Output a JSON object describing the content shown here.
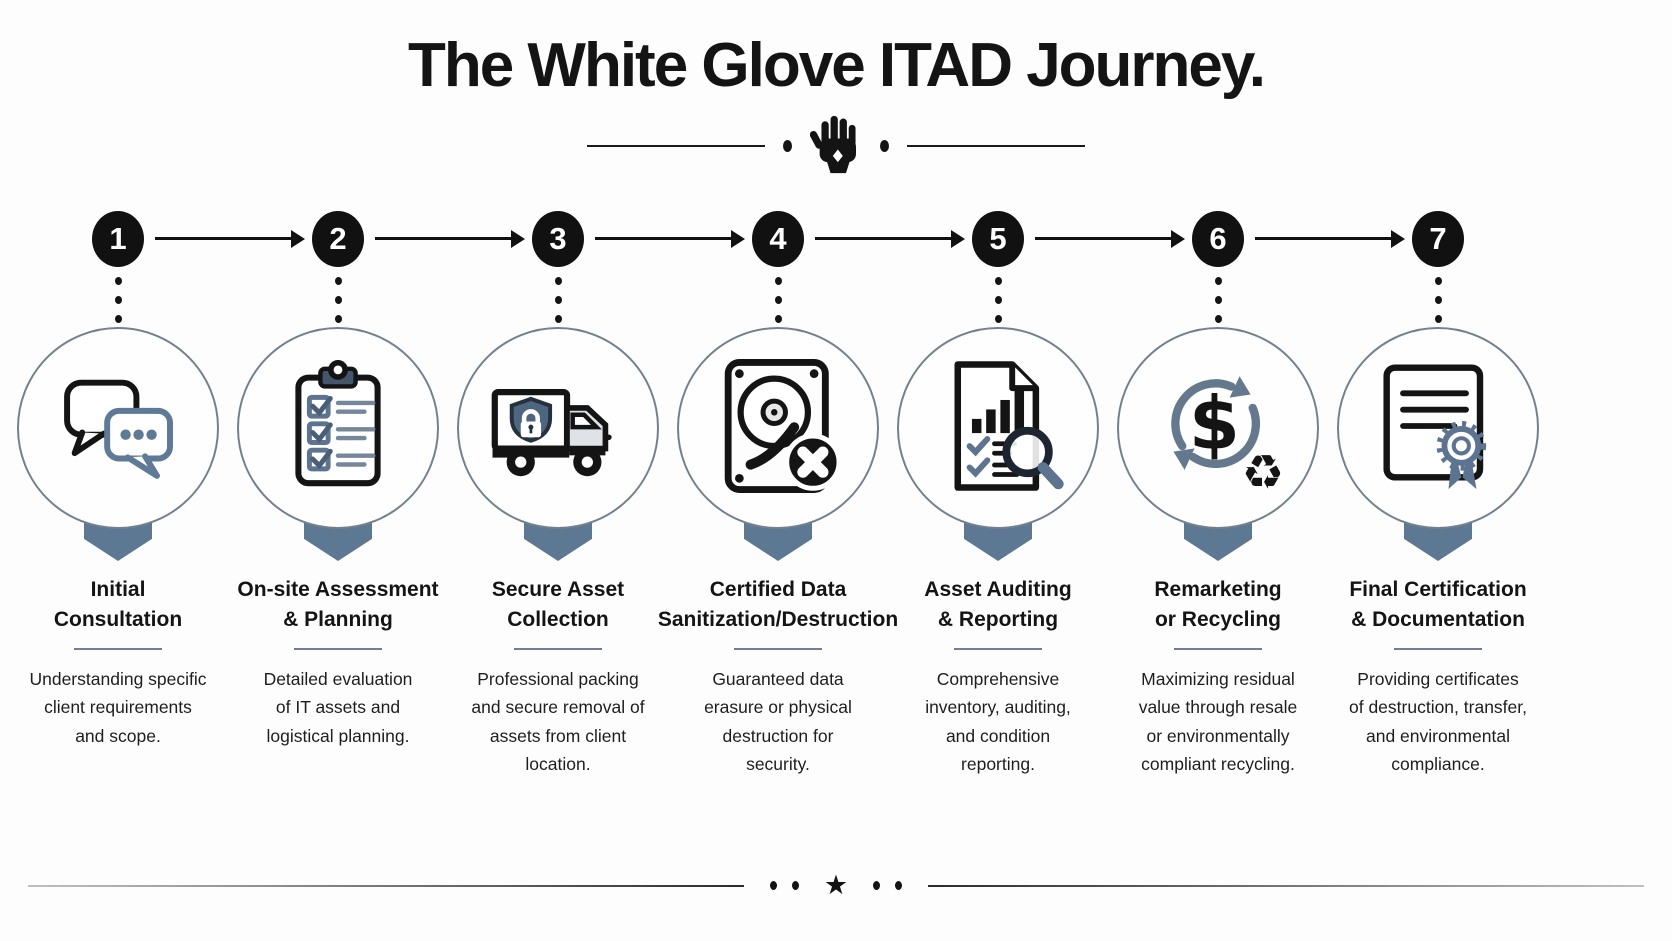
{
  "colors": {
    "background": "#fdfdfd",
    "ink": "#141414",
    "accent_slate": "#5d7892",
    "circle_outline": "#73818f"
  },
  "header": {
    "title": "The White Glove ITAD Journey.",
    "hand_icon": "white-glove-hand"
  },
  "steps": [
    {
      "number": "1",
      "icon": "chat-bubbles",
      "title": "Initial\nConsultation",
      "description": "Understanding specific\nclient requirements\nand scope."
    },
    {
      "number": "2",
      "icon": "clipboard-checklist",
      "title": "On-site Assessment\n& Planning",
      "description": "Detailed evaluation\nof IT assets and\nlogistical planning."
    },
    {
      "number": "3",
      "icon": "secure-truck-shield-lock",
      "title": "Secure Asset\nCollection",
      "description": "Professional packing\nand secure removal of\nassets from client\nlocation."
    },
    {
      "number": "4",
      "icon": "hard-drive-destruction",
      "title": "Certified Data\nSanitization/Destruction",
      "description": "Guaranteed data\nerasure or physical\ndestruction for\nsecurity."
    },
    {
      "number": "5",
      "icon": "audit-report-magnifier",
      "title": "Asset Auditing\n& Reporting",
      "description": "Comprehensive\ninventory, auditing,\nand condition\nreporting."
    },
    {
      "number": "6",
      "icon": "dollar-cycle-recycle",
      "title": "Remarketing\nor Recycling",
      "description": "Maximizing residual\nvalue through resale\nor environmentally\ncompliant recycling.",
      "glyphs": {
        "dollar": "$",
        "recycle": "♻"
      }
    },
    {
      "number": "7",
      "icon": "certificate-ribbon",
      "title": "Final Certification\n& Documentation",
      "description": "Providing certificates\nof destruction, transfer,\nand environmental\ncompliance."
    }
  ],
  "footer": {
    "star": "★"
  }
}
